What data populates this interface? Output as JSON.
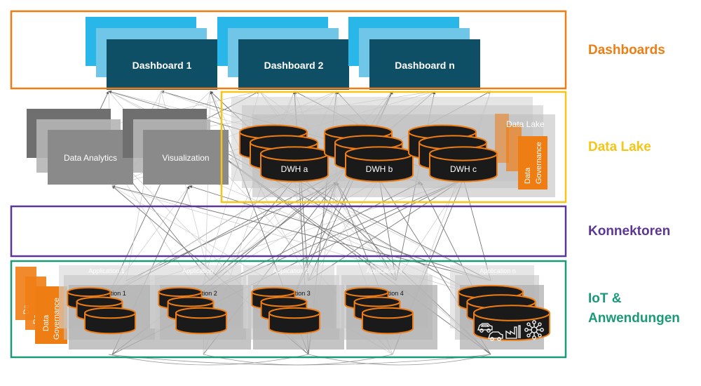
{
  "layers": {
    "dashboards": {
      "label": "Dashboards",
      "color": "#ee7d14"
    },
    "data_lake": {
      "label": "Data Lake",
      "color": "#f5c518"
    },
    "konnektoren": {
      "label": "Konnektoren",
      "color": "#5c3694"
    },
    "iot": {
      "label_line1": "IoT &",
      "label_line2": "Anwendungen",
      "color": "#1a9a78"
    }
  },
  "dashboards": [
    {
      "label": "Dashboard 1"
    },
    {
      "label": "Dashboard 2"
    },
    {
      "label": "Dashboard n"
    }
  ],
  "analytics": {
    "data_analytics": "Data Analytics",
    "visualization": "Visualization"
  },
  "warehouses": [
    {
      "label": "DWH a"
    },
    {
      "label": "DWH b"
    },
    {
      "label": "DWH c"
    }
  ],
  "data_lake_tag": "Data Lake",
  "governance": {
    "line1": "Data",
    "line2": "Governance",
    "small": "Da"
  },
  "applications": [
    {
      "label": "Application 1",
      "ghost": "Application 1"
    },
    {
      "label": "Application 2",
      "ghost": "Application"
    },
    {
      "label": "Application 3",
      "ghost": "Application 3"
    },
    {
      "label": "Application 4",
      "ghost": "Application 4"
    },
    {
      "label": "Application n",
      "ghost": "Application n"
    }
  ],
  "colors": {
    "dashboard_dark": "#0f4f66",
    "dashboard_mid": "#6fc6e6",
    "dashboard_light": "#29b6e8",
    "box_dark": "#6f6f6f",
    "box_mid": "#8a8a8a",
    "orange": "#ee7d14",
    "cylinder": "#1a1a1a"
  },
  "icons": [
    "car-icon",
    "factory-icon",
    "network-icon"
  ]
}
